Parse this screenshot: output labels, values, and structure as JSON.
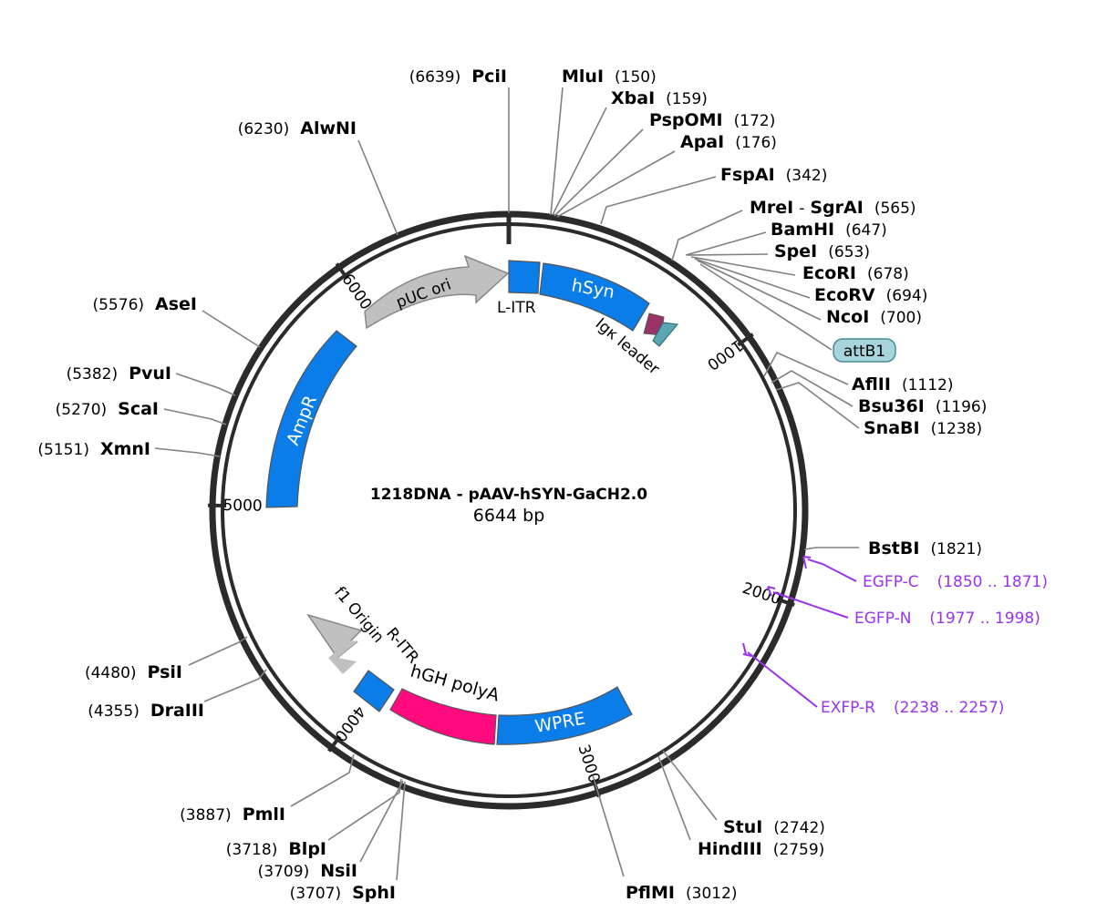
{
  "plasmid": {
    "name": "1218DNA - pAAV-hSYN-GaCH2.0",
    "size_label": "6644 bp",
    "length": 6644
  },
  "ticks": [
    {
      "pos": 1000,
      "label": "1000"
    },
    {
      "pos": 2000,
      "label": "2000"
    },
    {
      "pos": 3000,
      "label": "3000"
    },
    {
      "pos": 4000,
      "label": "4000"
    },
    {
      "pos": 5000,
      "label": "5000"
    },
    {
      "pos": 6000,
      "label": "6000"
    }
  ],
  "sites": [
    {
      "name": "PciI",
      "pos": "(6639)"
    },
    {
      "name": "MluI",
      "pos": "(150)"
    },
    {
      "name": "XbaI",
      "pos": "(159)"
    },
    {
      "name": "PspOMI",
      "pos": "(172)"
    },
    {
      "name": "ApaI",
      "pos": "(176)"
    },
    {
      "name": "FspAI",
      "pos": "(342)"
    },
    {
      "name": "MreI",
      "name2": "SgrAI",
      "pos": "(565)"
    },
    {
      "name": "BamHI",
      "pos": "(647)"
    },
    {
      "name": "SpeI",
      "pos": "(653)"
    },
    {
      "name": "EcoRI",
      "pos": "(678)"
    },
    {
      "name": "EcoRV",
      "pos": "(694)"
    },
    {
      "name": "NcoI",
      "pos": "(700)"
    },
    {
      "name": "AflII",
      "pos": "(1112)"
    },
    {
      "name": "Bsu36I",
      "pos": "(1196)"
    },
    {
      "name": "SnaBI",
      "pos": "(1238)"
    },
    {
      "name": "BstBI",
      "pos": "(1821)"
    },
    {
      "name": "StuI",
      "pos": "(2742)"
    },
    {
      "name": "HindIII",
      "pos": "(2759)"
    },
    {
      "name": "PflMI",
      "pos": "(3012)"
    },
    {
      "name": "SphI",
      "pos": "(3707)"
    },
    {
      "name": "NsiI",
      "pos": "(3709)"
    },
    {
      "name": "BlpI",
      "pos": "(3718)"
    },
    {
      "name": "PmlI",
      "pos": "(3887)"
    },
    {
      "name": "DraIII",
      "pos": "(4355)"
    },
    {
      "name": "PsiI",
      "pos": "(4480)"
    },
    {
      "name": "XmnI",
      "pos": "(5151)"
    },
    {
      "name": "ScaI",
      "pos": "(5270)"
    },
    {
      "name": "PvuI",
      "pos": "(5382)"
    },
    {
      "name": "AseI",
      "pos": "(5576)"
    },
    {
      "name": "AlwNI",
      "pos": "(6230)"
    }
  ],
  "features": [
    {
      "id": "pUC-ori",
      "label": "pUC ori",
      "color": "#c0c0c0"
    },
    {
      "id": "L-ITR",
      "label": "L-ITR",
      "color": "#0a7de8"
    },
    {
      "id": "hSyn",
      "label": "hSyn",
      "color": "#0a7de8"
    },
    {
      "id": "Igk-leader",
      "label": "Igκ leader",
      "color": "#993366"
    },
    {
      "id": "attB1",
      "label": "attB1",
      "color": "#a8d4dc"
    },
    {
      "id": "AmpR",
      "label": "AmpR",
      "color": "#0a7de8"
    },
    {
      "id": "WPRE",
      "label": "WPRE",
      "color": "#0a7de8"
    },
    {
      "id": "hGH-polyA",
      "label": "hGH polyA",
      "color": "#ff0a7f"
    },
    {
      "id": "R-ITR",
      "label": "R-ITR",
      "color": "#0a7de8"
    },
    {
      "id": "f1-Origin",
      "label": "f1 Origin",
      "color": "#c0c0c0"
    }
  ],
  "primers": [
    {
      "name": "EGFP-C",
      "range": "(1850 .. 1871)"
    },
    {
      "name": "EGFP-N",
      "range": "(1977 .. 1998)"
    },
    {
      "name": "EXFP-R",
      "range": "(2238 .. 2257)"
    }
  ],
  "colors": {
    "backbone": "#2b2b2b",
    "leader_line": "#808080",
    "primer": "#9933ee",
    "feature_blue": "#0a7de8",
    "feature_grey": "#c0c0c0",
    "feature_pink": "#ff0a7f"
  }
}
